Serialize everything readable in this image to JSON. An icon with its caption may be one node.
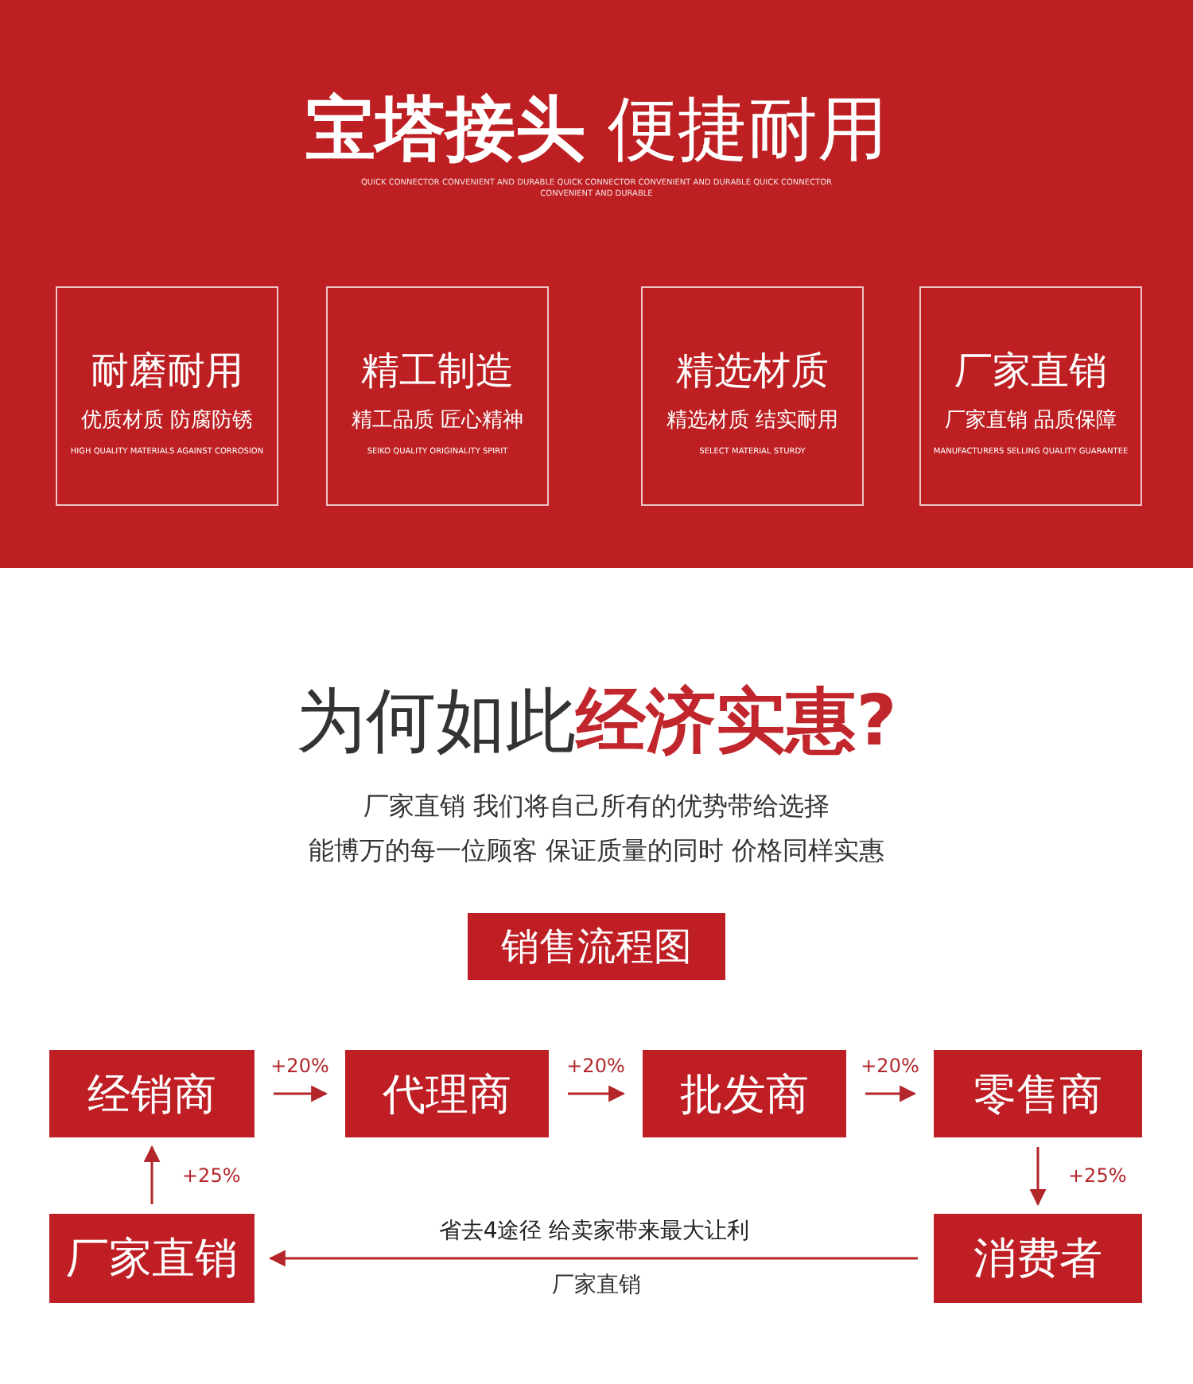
{
  "diagram": {
    "title": "**宝塔接头** 便捷耐用",
    "nodes": [
      {
        "text": [
          "耐磨耐用",
          "优质材质 防腐防锈",
          "HIGH QUALITY MATERIALS AGAINST CORROSION"
        ]
      },
      {
        "text": [
          "精工制造",
          "精工品质 匠心精神",
          "SEIKO QUALITY ORIGINALITY SPIRIT"
        ]
      },
      {
        "text": [
          "精选材质",
          "精选材质 结实耐用",
          "SELECT MATERIAL STURDY"
        ]
      },
      {
        "text": [
          "厂家直销",
          "厂家直销 品质保障",
          "MANUFACTURERS SELLING QUALITY GUARANTEE"
        ]
      },
      {
        "text": [
          "销售流程图"
        ]
      },
      {
        "text": [
          "经销商"
        ]
      },
      {
        "text": [
          "代理商"
        ]
      },
      {
        "text": [
          "批发商"
        ]
      },
      {
        "text": [
          "零售商"
        ]
      },
      {
        "text": [
          "厂家直销"
        ]
      },
      {
        "text": [
          "消费者"
        ]
      }
    ],
    "edges": [
      {
        "from": 5,
        "to": 6,
        "arrow": "to",
        "label": "+20%"
      },
      {
        "from": 6,
        "to": 7,
        "arrow": "to",
        "label": "+20%"
      },
      {
        "from": 7,
        "to": 8,
        "arrow": "to",
        "label": "+20%"
      },
      {
        "from": 8,
        "to": 10,
        "arrow": "to",
        "label": "+25%"
      },
      {
        "from": 9,
        "to": 5,
        "arrow": "to",
        "label": "+25%"
      },
      {
        "from": 10,
        "to": 9,
        "arrow": "to",
        "label": "省去4途径 给卖家带来最大让利"
      }
    ],
    "labels": [
      "QUICK CONNECTOR CONVENIENT AND DURABLE QUICK CONNECTOR CONVENIENT AND DURABLE QUICK CONNECTOR CONVENIENT AND DURABLE",
      "为何如此**经济实惠?**",
      "厂家直销 我们将自己所有的优势带给选择",
      "能博万的每一位顾客 保证质量的同时 价格同样实惠",
      "厂家直销"
    ]
  }
}
